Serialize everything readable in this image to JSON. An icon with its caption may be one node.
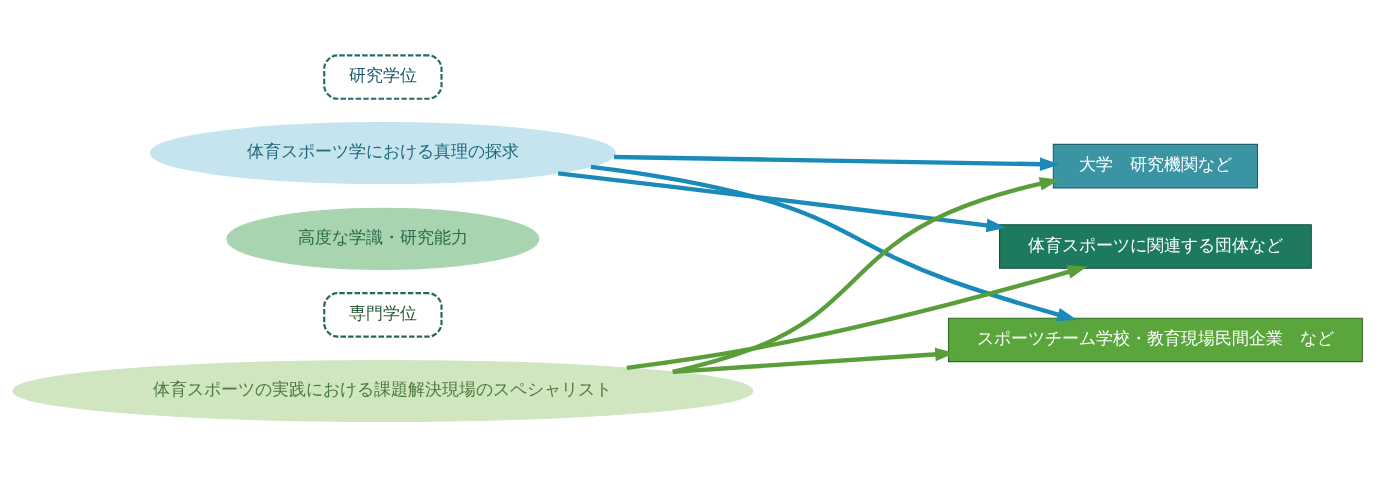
{
  "diagram": {
    "nodes": [
      {
        "text": [
          "研究学位"
        ]
      },
      {
        "text": [
          "体育スポーツ学における真理の探求"
        ]
      },
      {
        "text": [
          "高度な学識・研究能力"
        ]
      },
      {
        "text": [
          "専門学位"
        ]
      },
      {
        "text": [
          "体育スポーツの実践における課題解決現場のスペシャリスト"
        ]
      },
      {
        "text": [
          "大学　研究機関など"
        ]
      },
      {
        "text": [
          "体育スポーツに関連する団体など"
        ]
      },
      {
        "text": [
          "スポーツチーム学校・教育現場民間企業　など"
        ]
      }
    ],
    "edges": [
      {
        "from": 1,
        "to": 5,
        "arrow": "to",
        "color": "#1a8ab8"
      },
      {
        "from": 1,
        "to": 6,
        "arrow": "to",
        "color": "#1a8ab8"
      },
      {
        "from": 1,
        "to": 7,
        "arrow": "to",
        "color": "#1a8ab8"
      },
      {
        "from": 4,
        "to": 5,
        "arrow": "to",
        "color": "#5a9e3a"
      },
      {
        "from": 4,
        "to": 6,
        "arrow": "to",
        "color": "#5a9e3a"
      },
      {
        "from": 4,
        "to": 7,
        "arrow": "to",
        "color": "#5a9e3a"
      }
    ]
  }
}
